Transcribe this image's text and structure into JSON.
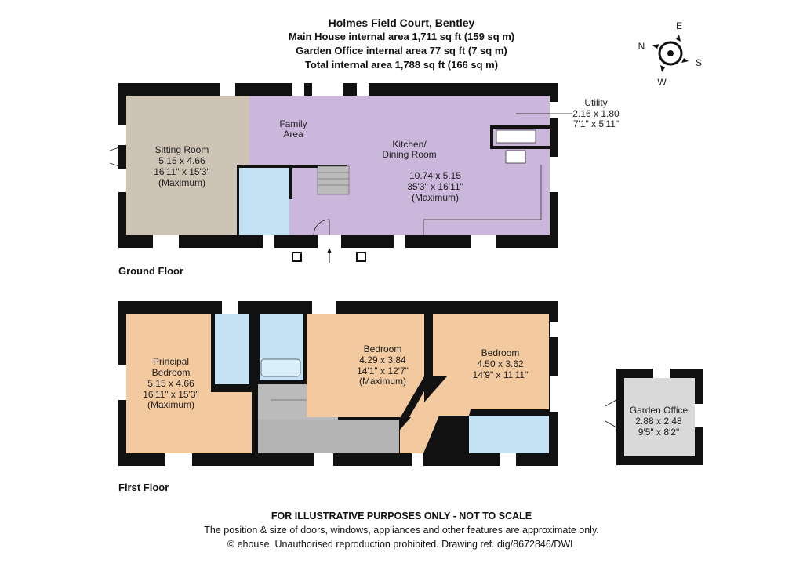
{
  "header": {
    "title": "Holmes Field Court, Bentley",
    "main_house_area": "Main House internal area 1,711 sq ft (159 sq m)",
    "garden_office_area": "Garden Office internal area 77 sq ft (7 sq m)",
    "total_area": "Total internal area 1,788 sq ft (166 sq m)"
  },
  "compass": {
    "n": "N",
    "e": "E",
    "s": "S",
    "w": "W"
  },
  "ground_floor": {
    "label": "Ground Floor",
    "sitting_room": {
      "name": "Sitting Room",
      "metric": "5.15 x 4.66",
      "imperial": "16'11\" x 15'3\"",
      "note": "(Maximum)"
    },
    "family_area": {
      "line1": "Family",
      "line2": "Area"
    },
    "kitchen": {
      "line1": "Kitchen/",
      "line2": "Dining Room",
      "metric": "10.74 x 5.15",
      "imperial": "35'3\" x 16'11\"",
      "note": "(Maximum)"
    },
    "utility": {
      "name": "Utility",
      "metric": "2.16 x 1.80",
      "imperial": "7'1\" x 5'11\""
    }
  },
  "first_floor": {
    "label": "First Floor",
    "principal_bedroom": {
      "line1": "Principal",
      "line2": "Bedroom",
      "metric": "5.15 x 4.66",
      "imperial": "16'11\" x 15'3\"",
      "note": "(Maximum)"
    },
    "bedroom2": {
      "name": "Bedroom",
      "metric": "4.29 x 3.84",
      "imperial": "14'1\" x 12'7\"",
      "note": "(Maximum)"
    },
    "bedroom3": {
      "name": "Bedroom",
      "metric": "4.50 x 3.62",
      "imperial": "14'9\" x 11'11\""
    }
  },
  "garden_office": {
    "name": "Garden Office",
    "metric": "2.88 x 2.48",
    "imperial": "9'5\" x 8'2\""
  },
  "footer": {
    "disclaimer": "FOR ILLUSTRATIVE PURPOSES ONLY - NOT TO SCALE",
    "note": "The position & size of doors, windows, appliances and other features are approximate only.",
    "copyright": "© ehouse. Unauthorised reproduction prohibited. Drawing ref. dig/8672846/DWL"
  },
  "colors": {
    "sitting": "#cdc4b6",
    "kitchen": "#cbb7db",
    "bath": "#c5e2f4",
    "bedroom": "#f3c9a0",
    "landing": "#b4b4b4",
    "office": "#d9d9d9",
    "wall": "#111111"
  }
}
